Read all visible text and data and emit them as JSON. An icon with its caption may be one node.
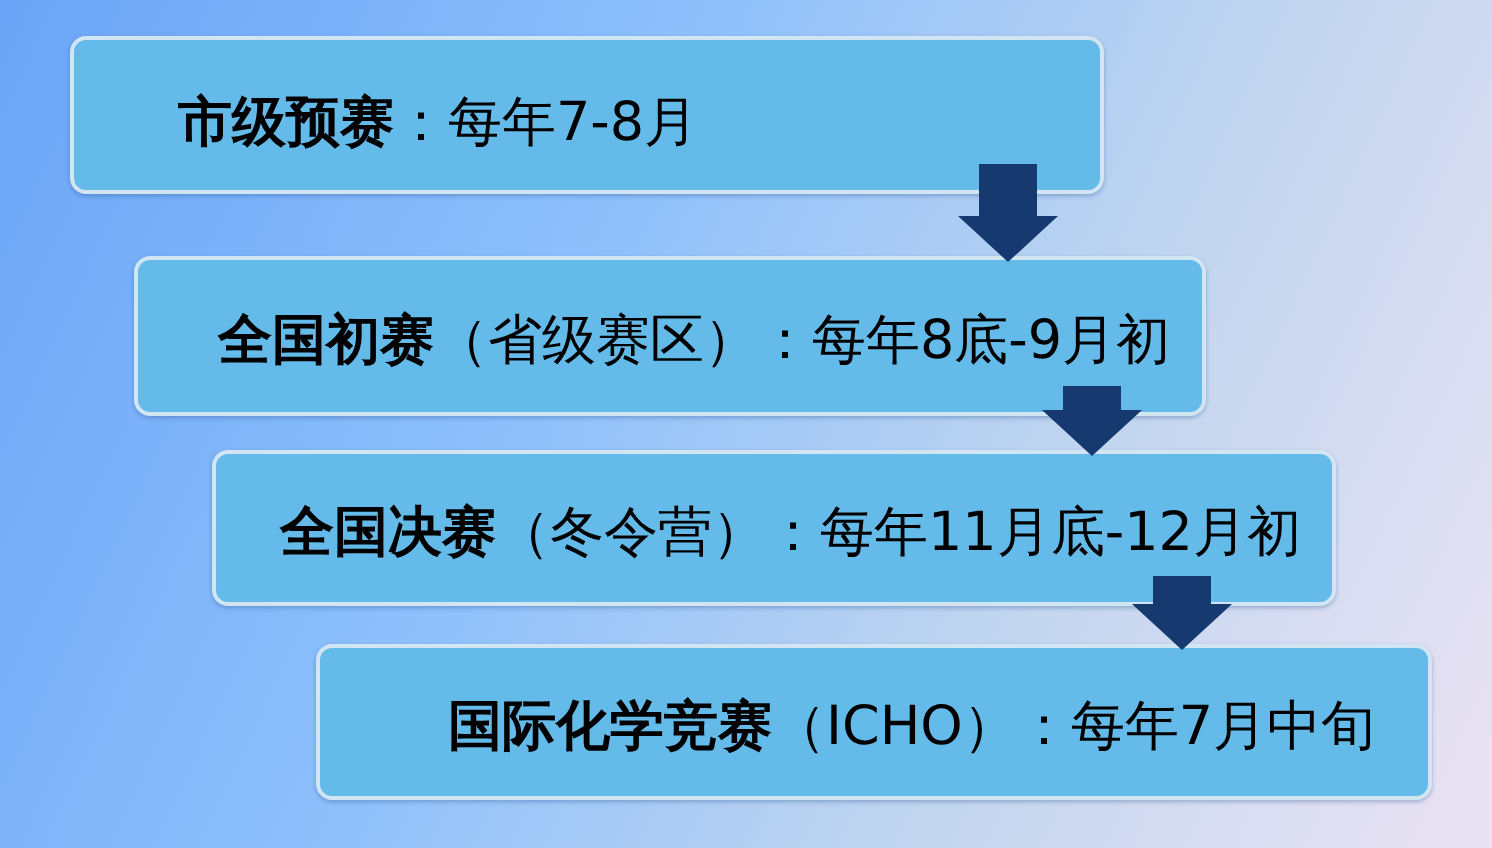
{
  "diagram": {
    "nodes": [
      {
        "text": [
          "**市级预赛**：每年7-8月"
        ]
      },
      {
        "text": [
          "**全国初赛**（省级赛区）：每年8底-9月初"
        ]
      },
      {
        "text": [
          "**全国决赛**（冬令营）：每年11月底-12月初"
        ]
      },
      {
        "text": [
          "**国际化学竞赛**（ICHO）：每年7月中旬"
        ]
      }
    ],
    "edges": [
      {
        "from": 0,
        "to": 1,
        "arrow": "to"
      },
      {
        "from": 1,
        "to": 2,
        "arrow": "to"
      },
      {
        "from": 2,
        "to": 3,
        "arrow": "to"
      }
    ]
  }
}
